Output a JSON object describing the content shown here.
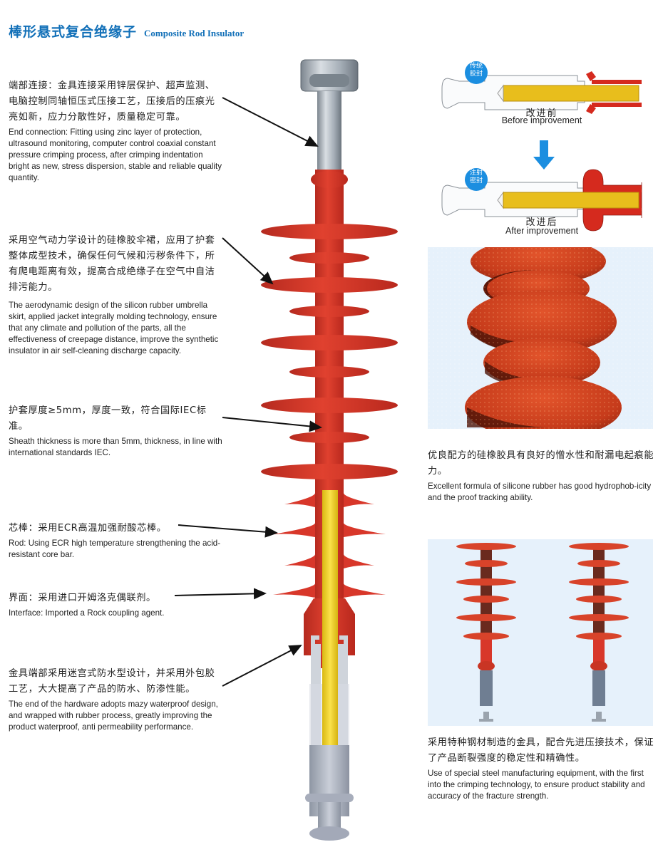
{
  "header": {
    "title_cn": "棒形悬式复合绝缘子",
    "title_en": "Composite Rod Insulator",
    "accent_color": "#1270b8"
  },
  "left_annotations": [
    {
      "cn": "端部连接：金具连接采用锌层保护、超声监测、电脑控制同轴恒压式压接工艺，压接后的压痕光亮如新，应力分散性好，质量稳定可靠。",
      "en": "End connection: Fitting using zinc layer of protection, ultrasound monitoring, computer control coaxial constant pressure crimping process, after crimping indentation bright as new, stress dispersion, stable and reliable quality quantity."
    },
    {
      "cn": "采用空气动力学设计的硅橡胶伞裙，应用了护套整体成型技术，确保任何气候和污秽条件下，所有爬电距离有效，提高合成绝缘子在空气中自洁排污能力。",
      "en": "The aerodynamic design of the silicon rubber umbrella skirt, applied jacket integrally molding technology, ensure that any climate and pollution of the parts, all the effectiveness of creepage distance, improve the synthetic insulator in air self-cleaning discharge capacity."
    },
    {
      "cn": "护套厚度≥5mm，厚度一致，符合国际IEC标准。",
      "en": "Sheath thickness is more than 5mm, thickness, in line with international standards IEC."
    },
    {
      "cn": "芯棒：采用ECR高温加强耐酸芯棒。",
      "en": "Rod: Using ECR high temperature strengthening the acid-resistant core bar."
    },
    {
      "cn": "界面：采用进口开姆洛克偶联剂。",
      "en": "Interface: Imported a Rock coupling agent."
    },
    {
      "cn": "金具端部采用迷宫式防水型设计，并采用外包胶工艺，大大提高了产品的防水、防渗性能。",
      "en": "The end of the hardware adopts mazy waterproof design, and wrapped with rubber process, greatly improving the product waterproof, anti permeability performance."
    }
  ],
  "comparison": {
    "before": {
      "badge": [
        "传统",
        "胶封"
      ],
      "cn": "改进前",
      "en": "Before improvement"
    },
    "after": {
      "badge": [
        "注射",
        "密封"
      ],
      "cn": "改进后",
      "en": "After improvement"
    }
  },
  "right_captions": [
    {
      "cn": "优良配方的硅橡胶具有良好的憎水性和耐漏电起痕能力。",
      "en": "Excellent formula of silicone rubber has good hydrophob-icity and the proof tracking ability."
    },
    {
      "cn": "采用特种钢材制造的金具，配合先进压接技术，保证了产品断裂强度的稳定性和精确性。",
      "en": "Use of special steel manufacturing equipment, with the first into the crimping technology, to ensure product stability and accuracy of the fracture strength."
    }
  ],
  "colors": {
    "rubber_red": "#d8372a",
    "rod_yellow": "#f3d321",
    "metal_gray": "#a9b0b8",
    "arrow_blue": "#1b8ee0"
  }
}
